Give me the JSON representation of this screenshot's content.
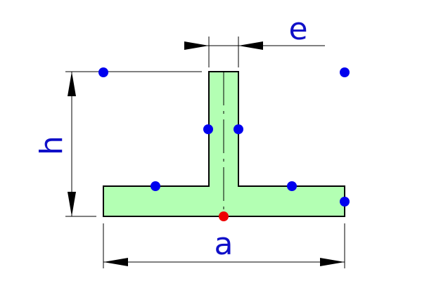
{
  "labels": {
    "h": "h",
    "e": "e",
    "a": "a"
  },
  "colors": {
    "section_fill": "#b3ffb3",
    "outline": "#000000",
    "label": "#1010c8",
    "handle_point": "#0000ee",
    "centroid_point": "#ee0000"
  }
}
